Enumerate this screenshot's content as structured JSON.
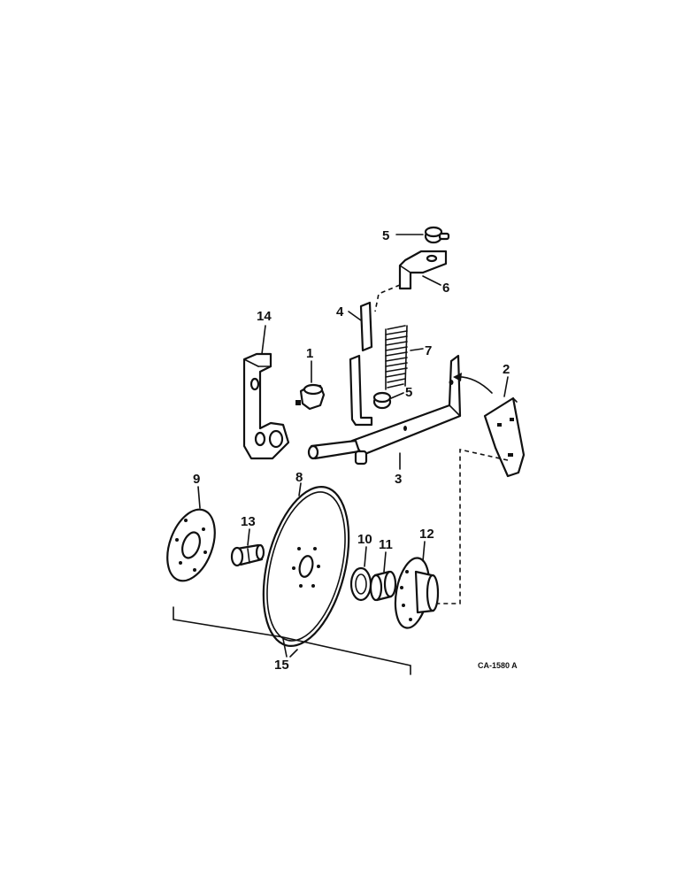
{
  "drawing_code": "CA-1580 A",
  "callouts": {
    "p1": "1",
    "p2": "2",
    "p3": "3",
    "p4": "4",
    "p5a": "5",
    "p5b": "5",
    "p6": "6",
    "p7": "7",
    "p8": "8",
    "p9": "9",
    "p10": "10",
    "p11": "11",
    "p12": "12",
    "p13": "13",
    "p14": "14",
    "p15": "15"
  }
}
